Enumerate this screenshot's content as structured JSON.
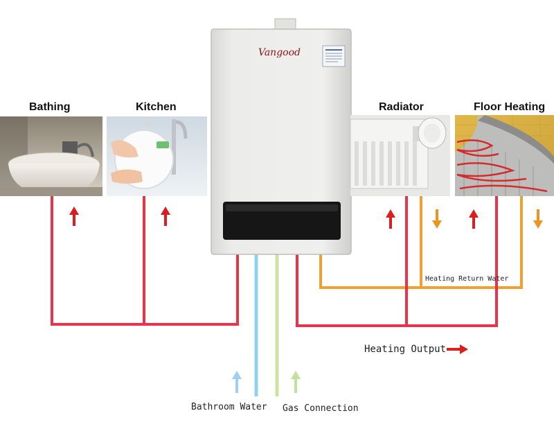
{
  "brand": {
    "name": "Vangood"
  },
  "labels": {
    "bathing": "Bathing",
    "kitchen": "Kitchen",
    "radiator": "Radiator",
    "floor_heating": "Floor Heating",
    "heating_return_water": "Heating Return Water",
    "heating_output": "Heating Output",
    "bathroom_water": "Bathroom Water",
    "gas_connection": "Gas Connection"
  },
  "colors": {
    "hot_water_pipe": "#e8344a",
    "return_pipe": "#f0a030",
    "cold_water_pipe": "#8fd0ee",
    "gas_pipe": "#cfe3a0",
    "arrow_red": "#d81e1e",
    "arrow_orange": "#ee9420",
    "arrow_blue": "#9dd0f2",
    "arrow_green": "#c3e09a"
  },
  "icons": {
    "up_red": "arrow-up-red-icon",
    "down_orange": "arrow-down-orange-icon",
    "right_red": "arrow-right-red-icon"
  }
}
